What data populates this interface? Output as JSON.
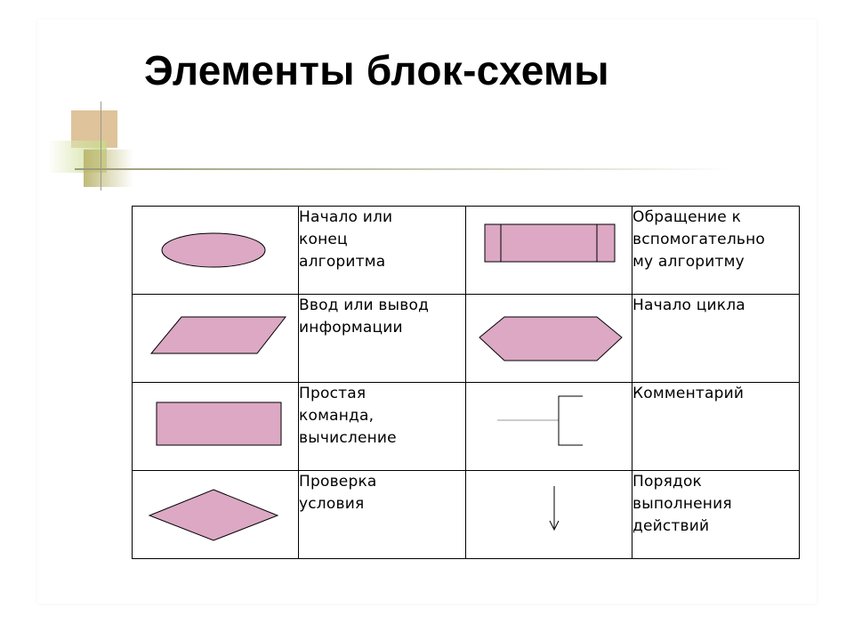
{
  "title": "Элементы блок-схемы",
  "colors": {
    "shape_fill": "#dca8c4",
    "shape_stroke": "#000000"
  },
  "elements": [
    {
      "shape": "ellipse",
      "label": "Начало или\nконец\nалгоритма"
    },
    {
      "shape": "predefined-process",
      "label": "Обращение к\nвспомогательно\nму алгоритму"
    },
    {
      "shape": "parallelogram",
      "label": "Ввод или вывод\nинформации"
    },
    {
      "shape": "hexagon",
      "label": "Начало цикла"
    },
    {
      "shape": "rectangle",
      "label": "Простая\nкоманда,\nвычисление"
    },
    {
      "shape": "comment-bracket",
      "label": "Комментарий"
    },
    {
      "shape": "diamond",
      "label": "Проверка\nусловия"
    },
    {
      "shape": "down-arrow",
      "label": "Порядок\nвыполнения\nдействий"
    }
  ]
}
